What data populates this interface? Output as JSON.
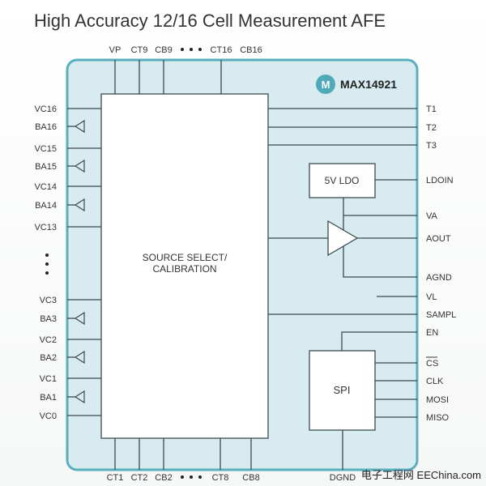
{
  "title": "High Accuracy 12/16 Cell Measurement AFE",
  "brand": {
    "logo_icon": "maxim-logo",
    "part_number": "MAX14921",
    "accent_color": "#4fa9b8"
  },
  "colors": {
    "package_fill": "#d7ebf1",
    "package_border": "#5aafbf"
  },
  "top_pins": [
    "VP",
    "CT9",
    "CB9",
    "CT16",
    "CB16"
  ],
  "bottom_pins": [
    "CT1",
    "CT2",
    "CB2",
    "CT8",
    "CB8"
  ],
  "left_pins": [
    "VC16",
    "BA16",
    "VC15",
    "BA15",
    "VC14",
    "BA14",
    "VC13",
    "VC3",
    "BA3",
    "VC2",
    "BA2",
    "VC1",
    "BA1",
    "VC0"
  ],
  "right_pins": [
    "T1",
    "T2",
    "T3",
    "LDOIN",
    "VA",
    "AOUT",
    "AGND",
    "VL",
    "SAMPL",
    "EN",
    "CS",
    "CLK",
    "MOSI",
    "MISO",
    "DGND"
  ],
  "blocks": {
    "main_line1": "SOURCE SELECT/",
    "main_line2": "CALIBRATION",
    "ldo": "5V LDO",
    "spi": "SPI"
  },
  "watermark": "电子工程网  EEChina.com"
}
